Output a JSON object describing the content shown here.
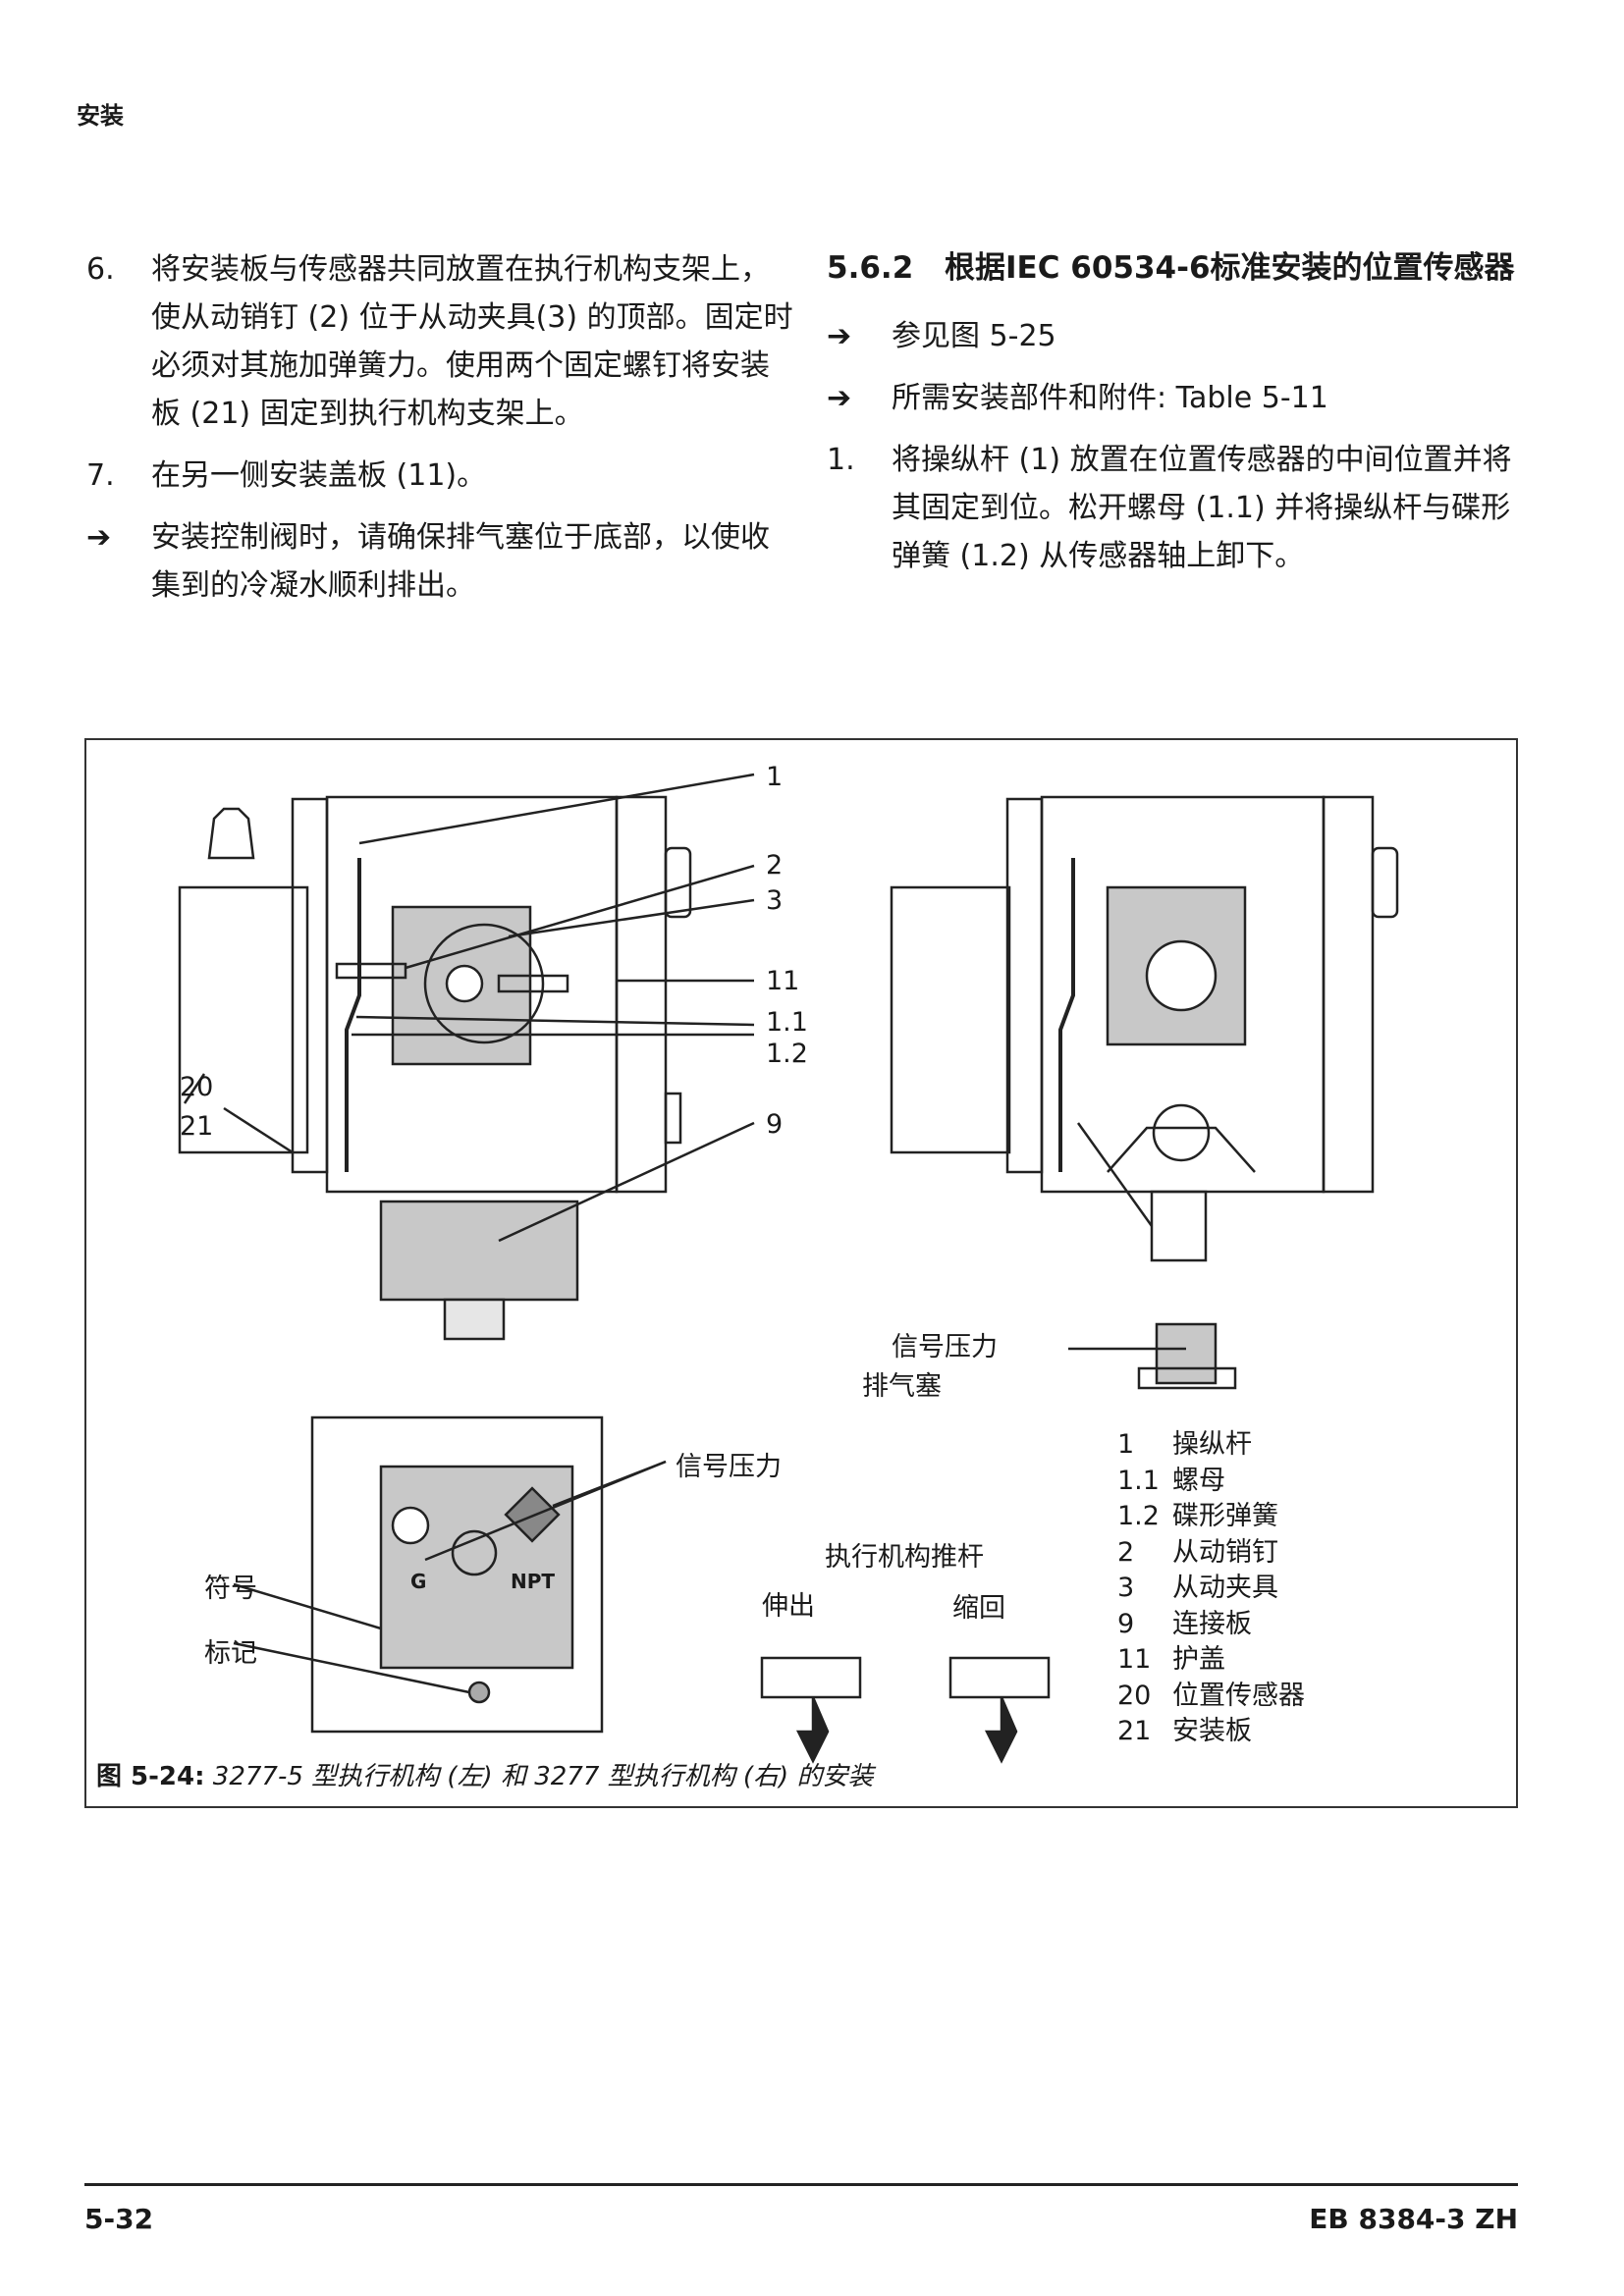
{
  "header": {
    "title": "安装"
  },
  "left_column": [
    {
      "num": "6.",
      "text": "将安装板与传感器共同放置在执行机构支架上，使从动销钉 (2) 位于从动夹具(3) 的顶部。固定时必须对其施加弹簧力。使用两个固定螺钉将安装板 (21) 固定到执行机构支架上。"
    },
    {
      "num": "7.",
      "text": "在另一侧安装盖板 (11)。"
    },
    {
      "num": "➔",
      "text": "安装控制阀时，请确保排气塞位于底部，以使收集到的冷凝水顺利排出。"
    }
  ],
  "right_column": {
    "section_num": "5.6.2",
    "section_title": "根据IEC 60534-6标准安装的位置传感器",
    "items": [
      {
        "num": "➔",
        "text": "参见图 5-25"
      },
      {
        "num": "➔",
        "text": "所需安装部件和附件: Table 5-11"
      },
      {
        "num": "1.",
        "text": "将操纵杆 (1) 放置在位置传感器的中间位置并将其固定到位。松开螺母 (1.1) 并将操纵杆与碟形弹簧 (1.2) 从传感器轴上卸下。"
      }
    ]
  },
  "figure": {
    "callouts_left": {
      "n1": "1",
      "n2": "2",
      "n3": "3",
      "n11": "11",
      "n1_1": "1.1",
      "n1_2": "1.2",
      "n9": "9",
      "n20": "20",
      "n21": "21"
    },
    "signal_pressure_right": "信号压力",
    "vent_plug": "排气塞",
    "signal_pressure_plate": "信号压力",
    "symbol_label": "符号",
    "mark_label": "标记",
    "plate_g": "G",
    "plate_npt": "NPT",
    "actuator_stem": "执行机构推杆",
    "extend": "伸出",
    "retract": "缩回",
    "legend": [
      {
        "k": "1",
        "v": "操纵杆"
      },
      {
        "k": "1.1",
        "v": "螺母"
      },
      {
        "k": "1.2",
        "v": "碟形弹簧"
      },
      {
        "k": "2",
        "v": "从动销钉"
      },
      {
        "k": "3",
        "v": "从动夹具"
      },
      {
        "k": "9",
        "v": "连接板"
      },
      {
        "k": "11",
        "v": "护盖"
      },
      {
        "k": "20",
        "v": "位置传感器"
      },
      {
        "k": "21",
        "v": "安装板"
      }
    ],
    "caption_label": "图 5-24:",
    "caption_text": "3277-5 型执行机构 (左) 和 3277 型执行机构 (右) 的安装"
  },
  "footer": {
    "page": "5-32",
    "doc": "EB 8384-3 ZH"
  }
}
